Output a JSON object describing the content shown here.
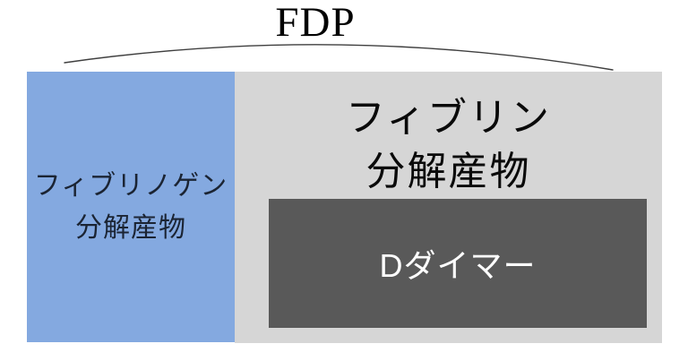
{
  "title": "FDP",
  "boxes": {
    "fibrinogen": {
      "line1": "フィブリノゲン",
      "line2": "分解産物"
    },
    "fibrin": {
      "line1": "フィブリン",
      "line2": "分解産物"
    },
    "d_dimer": {
      "label": "Dダイマー"
    }
  },
  "colors": {
    "blue_box": "#84a9e0",
    "gray_box": "#d6d6d6",
    "dark_box": "#595959",
    "left_text": "#1b2433",
    "fibrin_text": "#0a0a0a",
    "dark_text": "#ffffff",
    "title_text": "#000000",
    "arc_line": "#3f3f3f"
  }
}
